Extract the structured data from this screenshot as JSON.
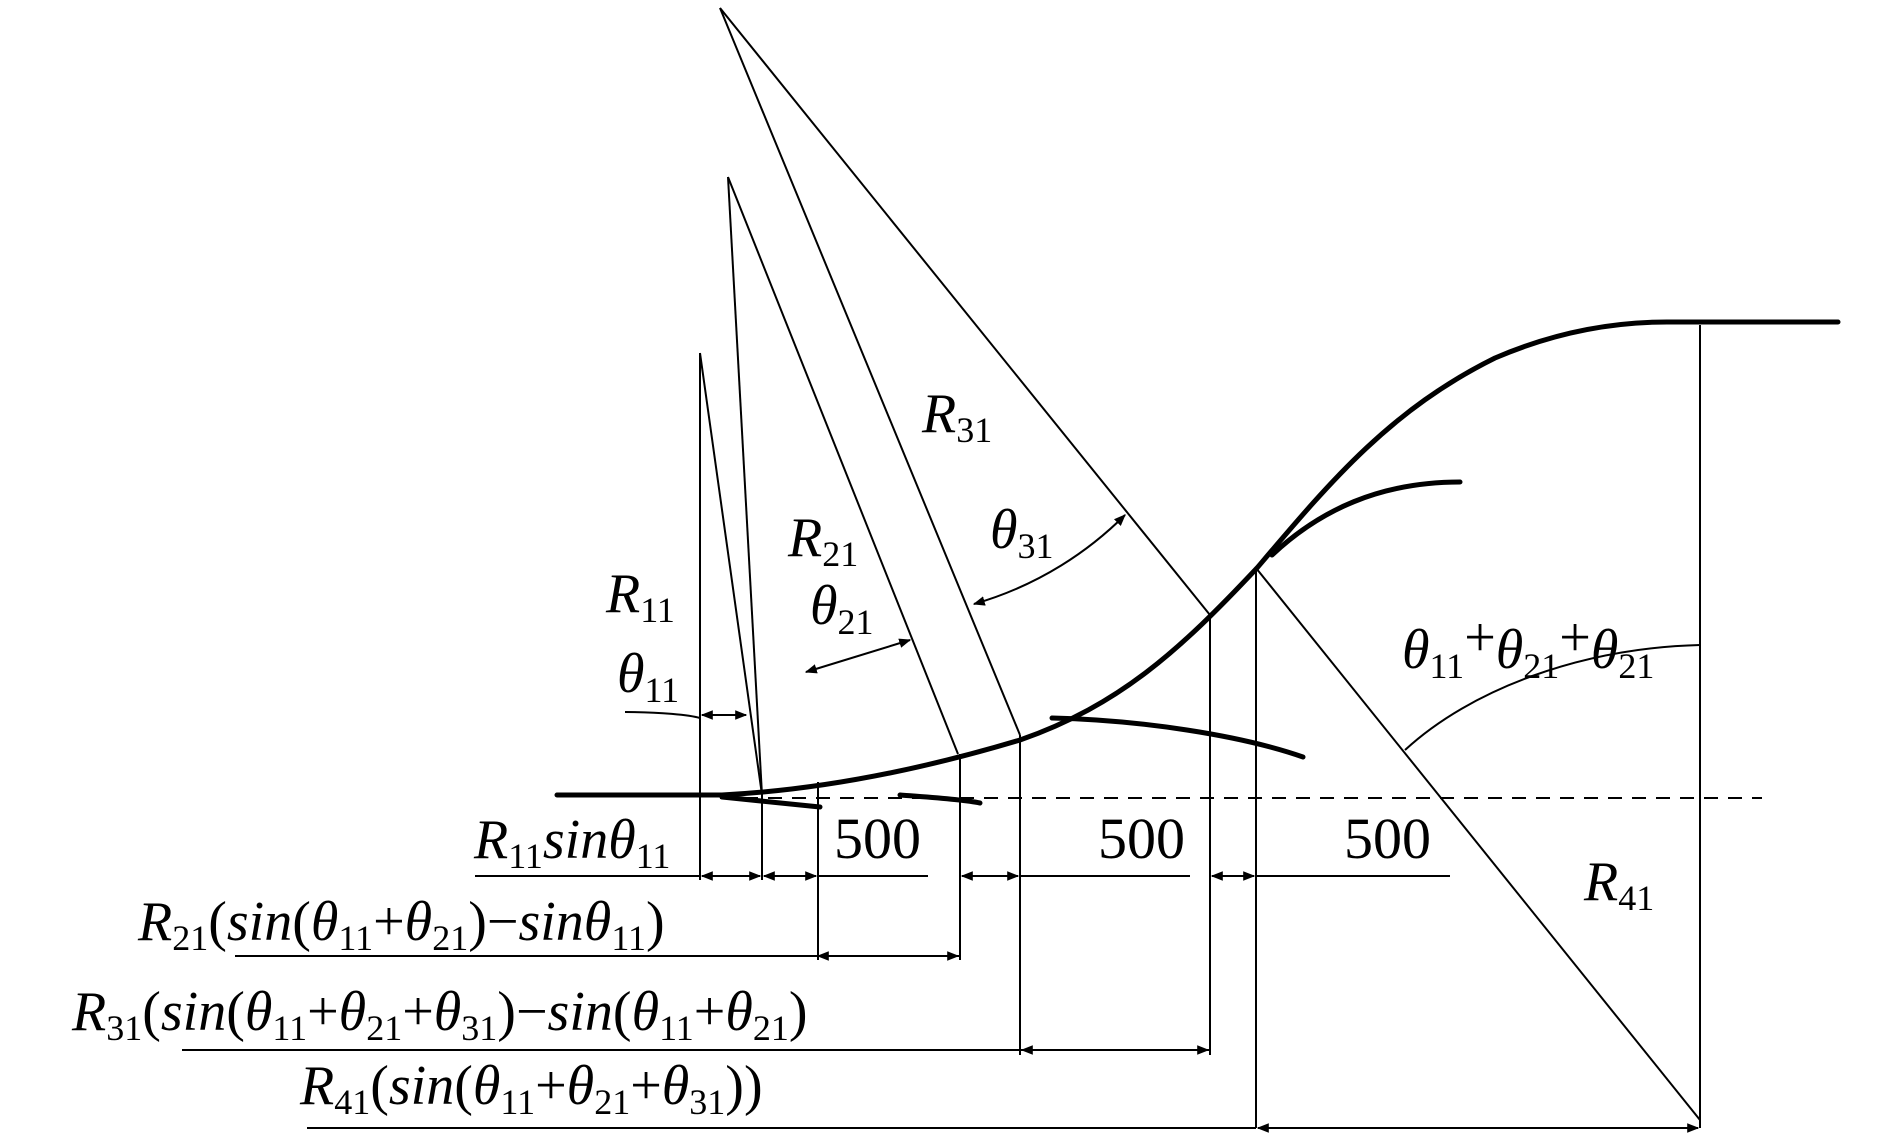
{
  "labels": {
    "R31": {
      "sym": "R",
      "sub": "31"
    },
    "R21": {
      "sym": "R",
      "sub": "21"
    },
    "R11": {
      "sym": "R",
      "sub": "11"
    },
    "R41": {
      "sym": "R",
      "sub": "41"
    },
    "theta31": {
      "sym": "θ",
      "sub": "31"
    },
    "theta21": {
      "sym": "θ",
      "sub": "21"
    },
    "theta11": {
      "sym": "θ",
      "sub": "11"
    },
    "theta_sum": {
      "t1": "θ",
      "s1": "11",
      "p1": "+",
      "t2": "θ",
      "s2": "21",
      "p2": "+",
      "t3": "θ",
      "s3": "21"
    }
  },
  "dimensions": {
    "spacing_1": "500",
    "spacing_2": "500",
    "spacing_3": "500"
  },
  "formulas": {
    "f1": {
      "r": "R",
      "rs": "11",
      "fn": "sin",
      "th": "θ",
      "ths": "11"
    },
    "f2": {
      "r": "R",
      "rs": "21",
      "open": "(",
      "fn1": "sin",
      "p1": "(",
      "th1": "θ",
      "th1s": "11",
      "plus": "+",
      "th2": "θ",
      "th2s": "21",
      "p2": ")",
      "minus": "−",
      "fn2": "sin",
      "th3": "θ",
      "th3s": "11",
      "close": ")"
    },
    "f3": {
      "r": "R",
      "rs": "31",
      "open": "(",
      "fn1": "sin",
      "p1": "(",
      "th1": "θ",
      "th1s": "11",
      "plus1": "+",
      "th2": "θ",
      "th2s": "21",
      "plus2": "+",
      "th3": "θ",
      "th3s": "31",
      "p2": ")",
      "minus": "−",
      "fn2": "sin",
      "p3": "(",
      "th4": "θ",
      "th4s": "11",
      "plus3": "+",
      "th5": "θ",
      "th5s": "21",
      "close": ")"
    },
    "f4": {
      "r": "R",
      "rs": "41",
      "open": "(",
      "fn1": "sin",
      "p1": "(",
      "th1": "θ",
      "th1s": "11",
      "plus1": "+",
      "th2": "θ",
      "th2s": "21",
      "plus2": "+",
      "th3": "θ",
      "th3s": "31",
      "close": "))"
    }
  }
}
